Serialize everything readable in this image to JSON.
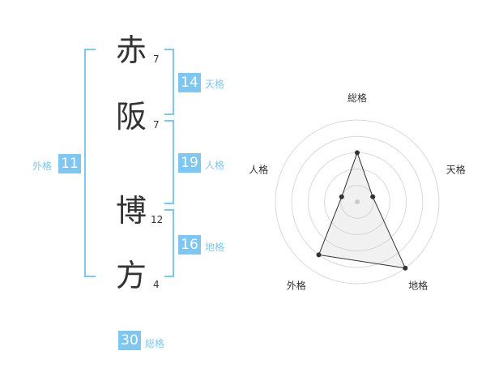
{
  "name": {
    "chars": [
      {
        "char": "赤",
        "strokes": "7"
      },
      {
        "char": "阪",
        "strokes": "7"
      },
      {
        "char": "博",
        "strokes": "12"
      },
      {
        "char": "方",
        "strokes": "4"
      }
    ]
  },
  "grids": {
    "tenkaku": {
      "value": "14",
      "label": "天格"
    },
    "jinkaku": {
      "value": "19",
      "label": "人格"
    },
    "chikaku": {
      "value": "16",
      "label": "地格"
    },
    "gaikaku": {
      "value": "11",
      "label": "外格"
    },
    "soukaku": {
      "value": "30",
      "label": "総格"
    }
  },
  "colors": {
    "accent": "#7fc7f0",
    "text": "#333333"
  },
  "chart_data": {
    "type": "radar",
    "axes": [
      "総格",
      "天格",
      "地格",
      "外格",
      "人格"
    ],
    "values": [
      3,
      1,
      5,
      4,
      1
    ],
    "max": 5,
    "rings": 5,
    "grid": true
  }
}
